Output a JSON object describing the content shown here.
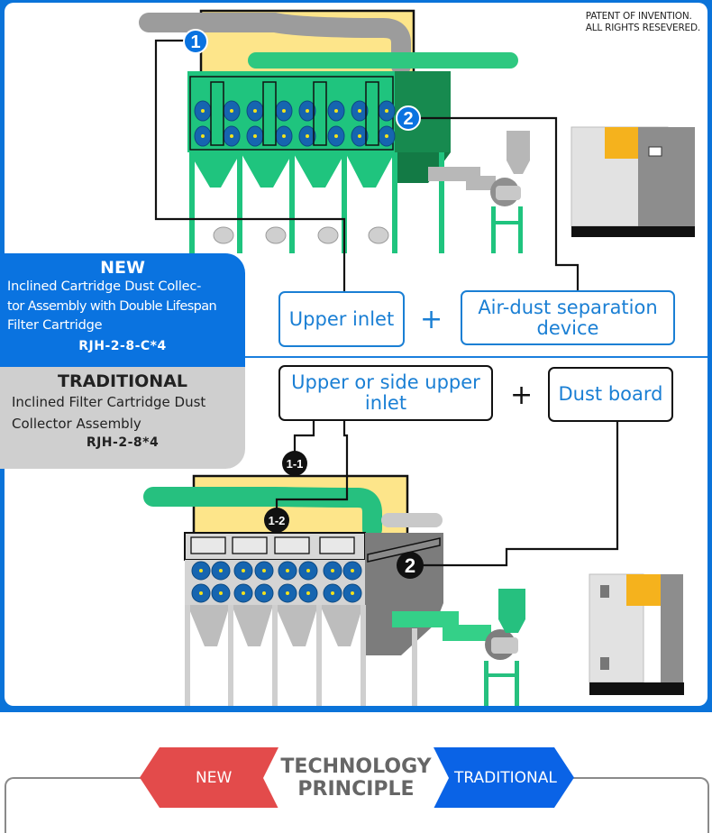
{
  "copyright": {
    "line1": "PATENT OF INVENTION.",
    "line2": "ALL RIGHTS RESEVERED."
  },
  "new_card": {
    "title": "NEW",
    "description_lines": [
      "Inclined Cartridge Dust Collec-",
      "tor Assembly with Double Lifespan",
      "Filter Cartridge"
    ],
    "model": "RJH-2-8-C*4"
  },
  "traditional_card": {
    "title": "TRADITIONAL",
    "description_lines": [
      "Inclined Filter Cartridge Dust",
      "Collector Assembly"
    ],
    "model": "RJH-2-8*4"
  },
  "new_features": {
    "feature1": "Upper inlet",
    "plus": "+",
    "feature2_lines": [
      "Air-dust separation",
      "device"
    ]
  },
  "traditional_features": {
    "feature1_lines": [
      "Upper or side upper",
      "inlet"
    ],
    "plus": "+",
    "feature2": "Dust board"
  },
  "markers": {
    "new_inlet": "1",
    "new_separator": "2",
    "trad_inlet_upper": "1-1",
    "trad_inlet_side": "1-2",
    "trad_dust_board": "2"
  },
  "colors": {
    "frame_blue": "#0a73d9",
    "new_blue": "#0a73e0",
    "traditional_gray": "#cfcfcf",
    "machine_green": "#1fc47e",
    "highlight_yellow": "#fde58a",
    "banner_red": "#e34b4b",
    "banner_blue": "#0a63e6"
  },
  "banner": {
    "left_label": "NEW",
    "center_line1": "TECHNOLOGY",
    "center_line2": "PRINCIPLE",
    "right_label": "TRADITIONAL"
  }
}
